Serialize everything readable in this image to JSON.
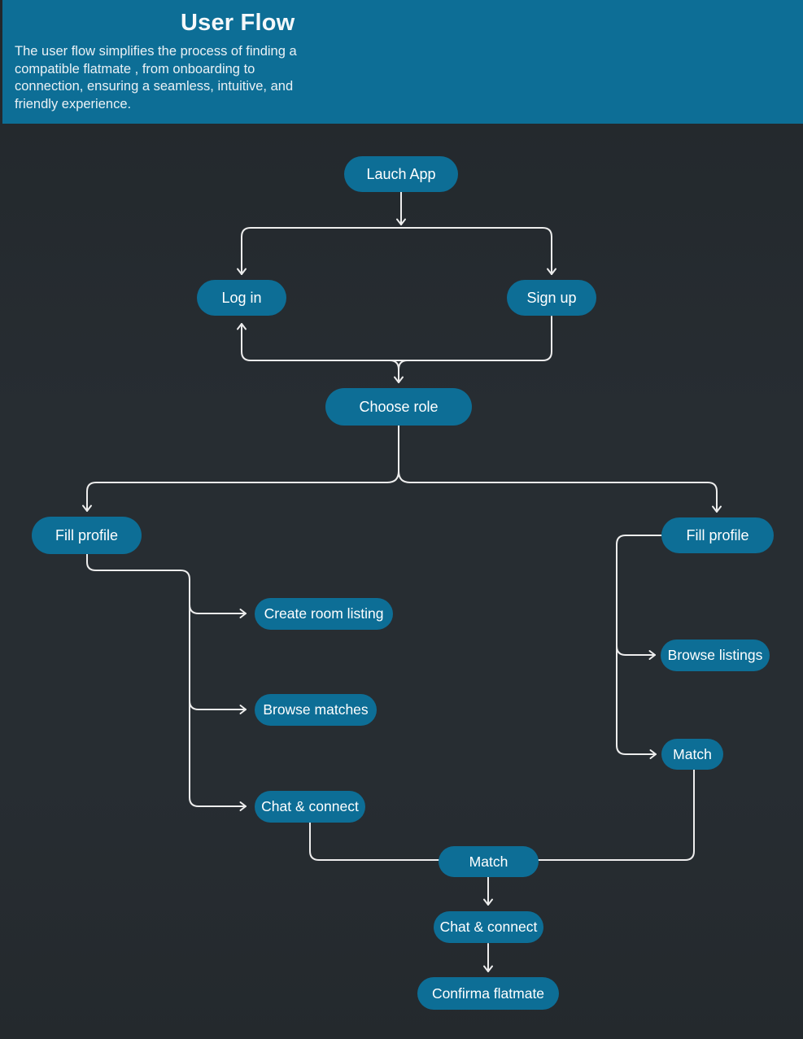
{
  "header": {
    "title": "User Flow",
    "description": "The user flow simplifies the process of finding a compatible flatmate , from onboarding to connection, ensuring a seamless, intuitive, and friendly experience."
  },
  "colors": {
    "accent_teal": "#0d6e96",
    "canvas_background": "#272d32",
    "connector_line": "#ededed",
    "text": "#ffffff"
  },
  "nodes": {
    "launch_app": "Lauch App",
    "log_in": "Log in",
    "sign_up": "Sign up",
    "choose_role": "Choose role",
    "fill_profile_left": "Fill profile",
    "create_room_listing": "Create room listing",
    "browse_matches": "Browse matches",
    "chat_connect_left": "Chat & connect",
    "fill_profile_right": "Fill profile",
    "browse_listings": "Browse listings",
    "match_right": "Match",
    "match_center": "Match",
    "chat_connect_center": "Chat & connect",
    "confirm_flatmate": "Confirma flatmate"
  }
}
